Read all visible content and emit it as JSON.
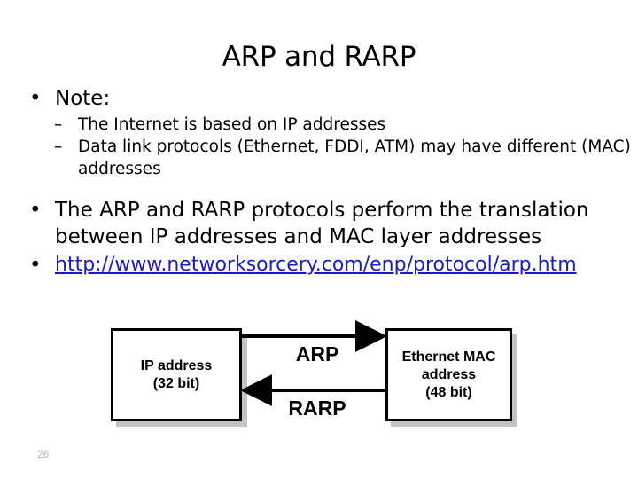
{
  "slide": {
    "title": "ARP and RARP",
    "page_number": "26",
    "link_color": "#1a1ac8",
    "shadow_color": "#c3c3c3"
  },
  "body": {
    "bullets": [
      {
        "level": 1,
        "marker": "•",
        "text": "Note:"
      },
      {
        "level": 2,
        "marker": "–",
        "text": "The Internet is based on IP addresses"
      },
      {
        "level": 2,
        "marker": "–",
        "text": "Data link protocols (Ethernet, FDDI, ATM) may have different (MAC) addresses"
      },
      {
        "level": 1,
        "marker": "•",
        "text": "The ARP and RARP protocols perform the translation between IP addresses and MAC layer addresses"
      },
      {
        "level": 1,
        "marker": "•",
        "text": "http://www.networksorcery.com/enp/protocol/arp.htm",
        "is_link": true
      }
    ]
  },
  "diagram": {
    "left_box": {
      "line1": "IP address",
      "line2": "(32 bit)"
    },
    "right_box": {
      "line1": "Ethernet MAC",
      "line2": "address",
      "line3": "(48 bit)"
    },
    "arrows": [
      {
        "label": "ARP",
        "direction": "right"
      },
      {
        "label": "RARP",
        "direction": "left"
      }
    ]
  }
}
